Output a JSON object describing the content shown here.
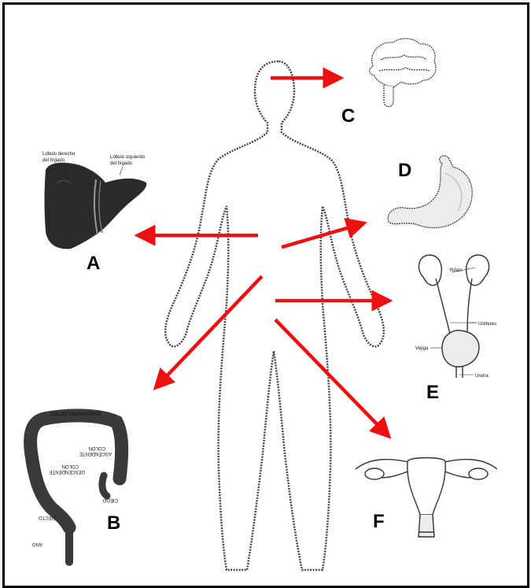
{
  "colors": {
    "arrow": "#ee0f0f",
    "outline": "#444444",
    "organ_dark": "#2a2a2a"
  },
  "letters": {
    "a": "A",
    "b": "B",
    "c": "C",
    "d": "D",
    "e": "E",
    "f": "F"
  },
  "liver": {
    "right_lobe_1": "Lóbulo derecho",
    "right_lobe_2": "del hígado",
    "left_lobe_1": "Lóbulo izquierdo",
    "left_lobe_2": "del hígado"
  },
  "kidneys": {
    "rinon": "Riñón",
    "ureteres": "Uréteres",
    "vejiga": "Vejiga",
    "uretra": "Uretra"
  },
  "colon": {
    "transverso": "COLON TRANSVERSO",
    "ascendente_1": "COLON",
    "ascendente_2": "ASCENDENTE",
    "descendente_1": "COLON",
    "descendente_2": "DESCENDENTE",
    "ciego": "CIEGO",
    "recto": "RECTO",
    "ano": "ANO"
  }
}
